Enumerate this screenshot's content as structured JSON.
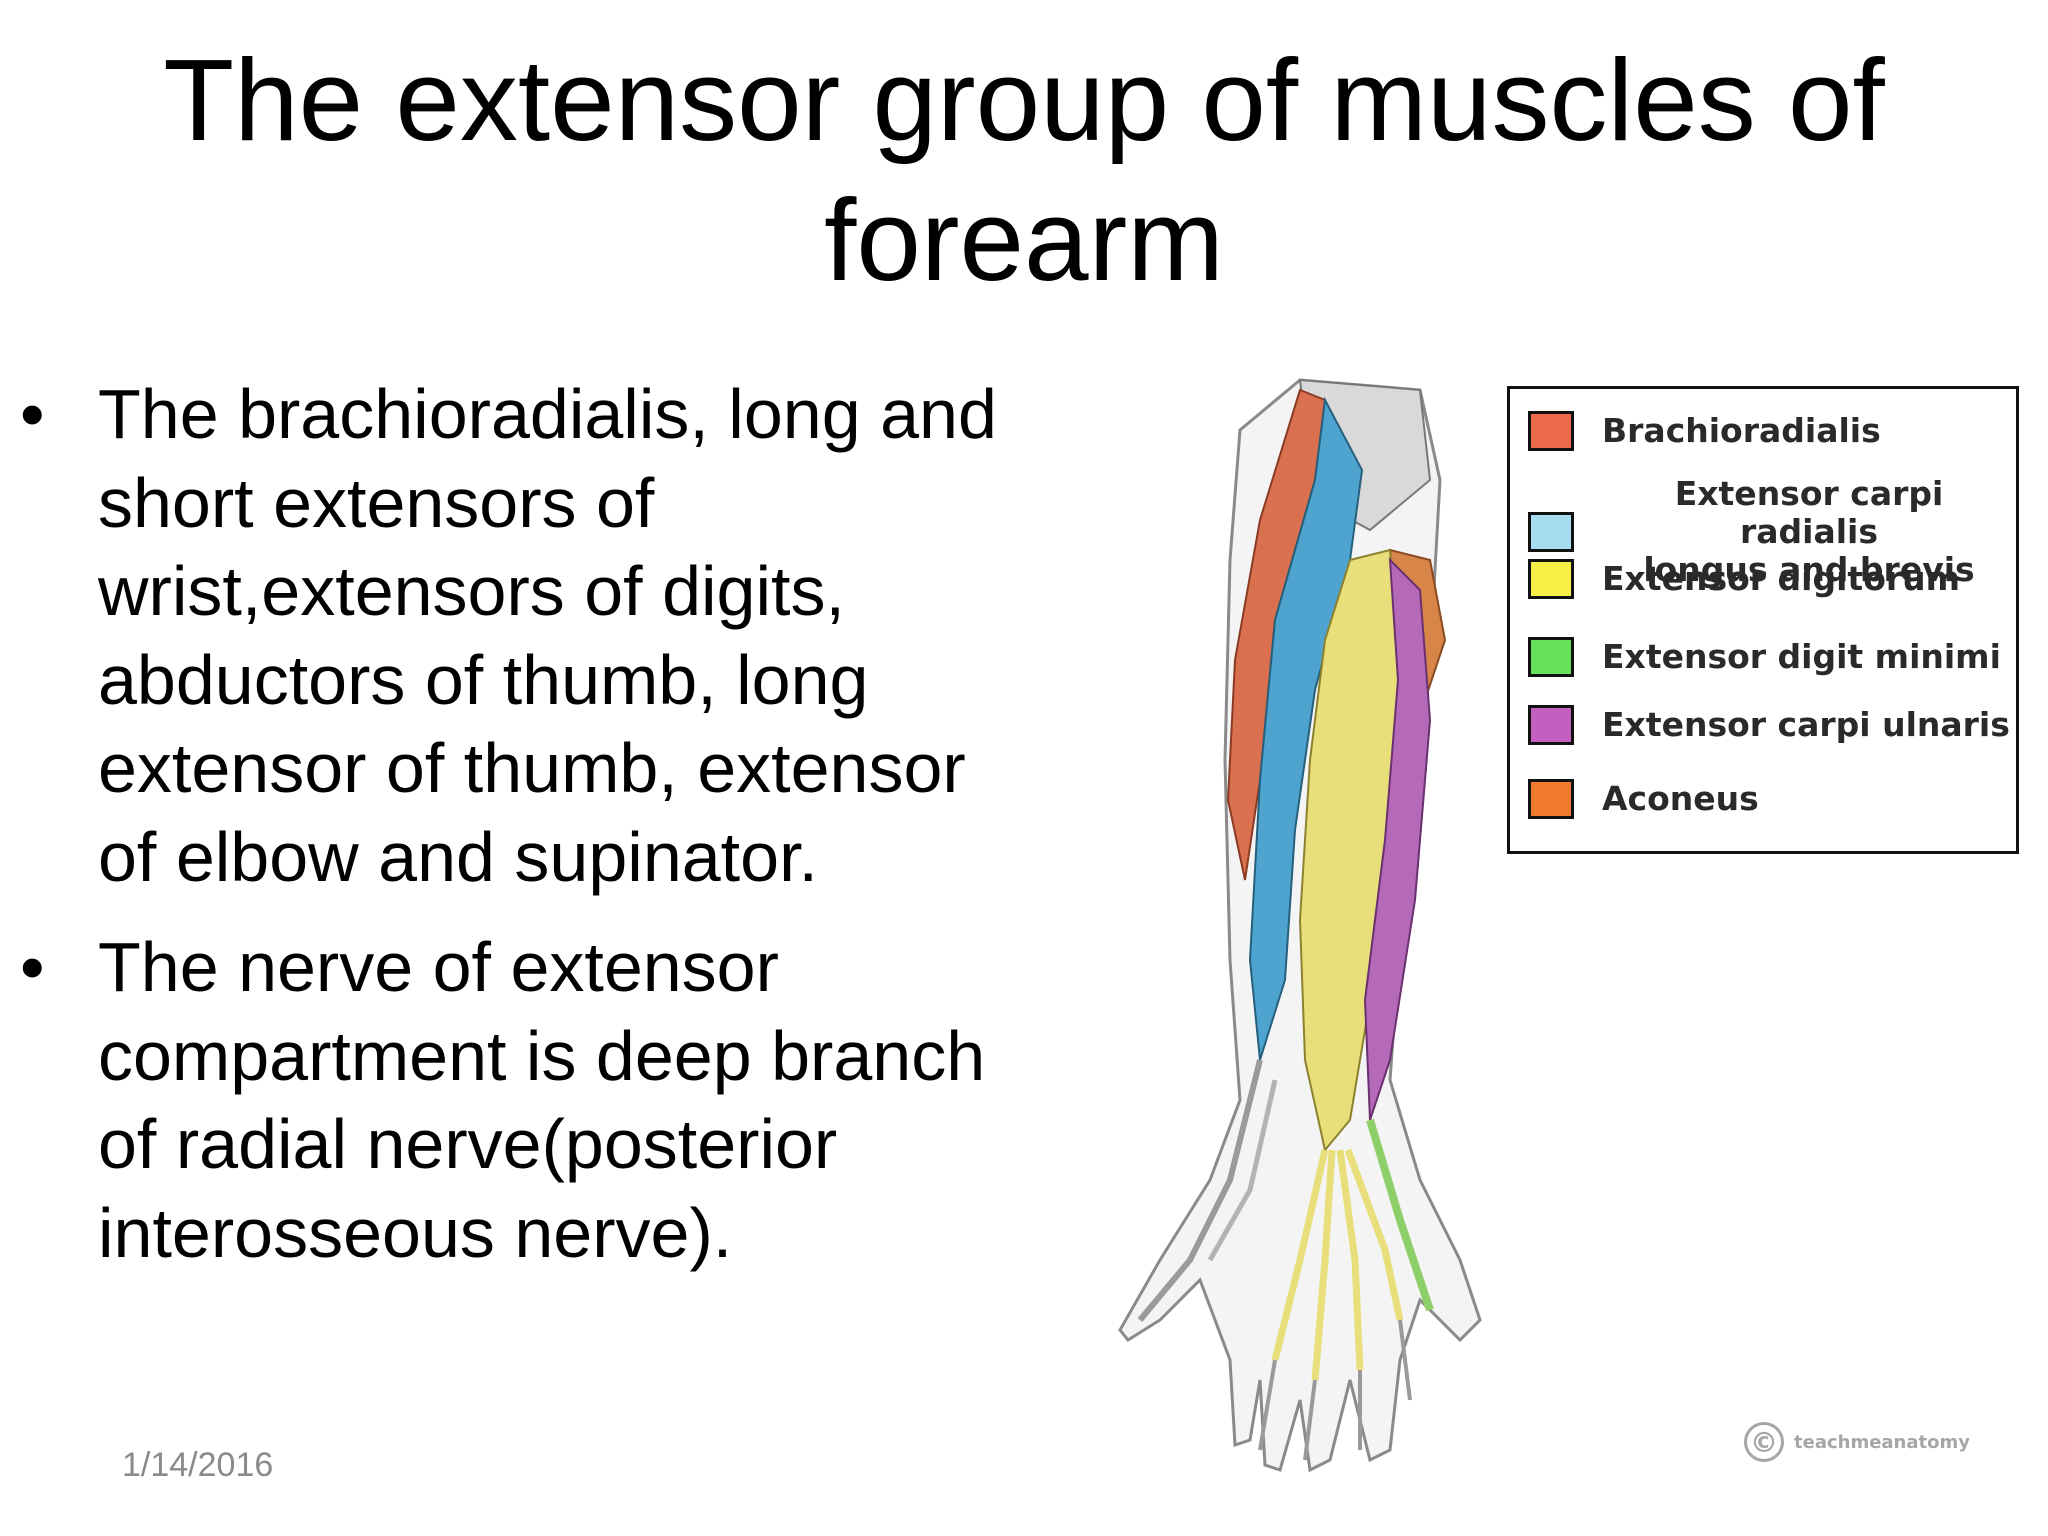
{
  "slide": {
    "title_line1": "The extensor group of muscles of",
    "title_line2": "forearm",
    "bullet_symbol": "•",
    "bullets": [
      {
        "lines": [
          "The brachioradialis, long and",
          "short extensors of",
          "wrist,extensors of digits,",
          "abductors of thumb, long",
          "extensor of thumb, extensor",
          "of elbow and supinator."
        ]
      },
      {
        "lines": [
          "The nerve of extensor",
          "compartment is deep branch",
          "of radial nerve(posterior",
          "interosseous nerve)."
        ]
      }
    ],
    "date": "1/14/2016"
  },
  "legend": {
    "items": [
      {
        "line1": "Brachioradialis",
        "line2": "",
        "color": "#ef6a4d"
      },
      {
        "line1": "Extensor carpi radialis",
        "line2": "longus and brevis",
        "color": "#a8dcef"
      },
      {
        "line1": "Extensor digitorum",
        "line2": "",
        "color": "#f7ef45"
      },
      {
        "line1": "Extensor digit minimi",
        "line2": "",
        "color": "#66e15a"
      },
      {
        "line1": "Extensor carpi ulnaris",
        "line2": "",
        "color": "#c35fbf"
      },
      {
        "line1": "Aconeus",
        "line2": "",
        "color": "#f07a2e"
      }
    ]
  },
  "watermark": {
    "symbol": "©",
    "brand": "teachmeanatomy"
  }
}
